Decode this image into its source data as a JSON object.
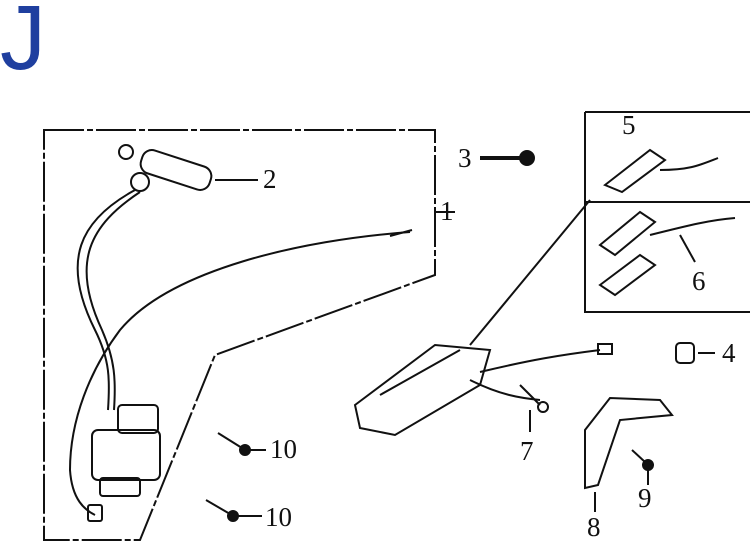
{
  "section_letter": "J",
  "callouts": [
    {
      "id": "1",
      "label": "1"
    },
    {
      "id": "2",
      "label": "2"
    },
    {
      "id": "3",
      "label": "3"
    },
    {
      "id": "4",
      "label": "4"
    },
    {
      "id": "5",
      "label": "5"
    },
    {
      "id": "6",
      "label": "6"
    },
    {
      "id": "7",
      "label": "7"
    },
    {
      "id": "8",
      "label": "8"
    },
    {
      "id": "9",
      "label": "9"
    },
    {
      "id": "10a",
      "label": "10"
    },
    {
      "id": "10b",
      "label": "10"
    }
  ]
}
